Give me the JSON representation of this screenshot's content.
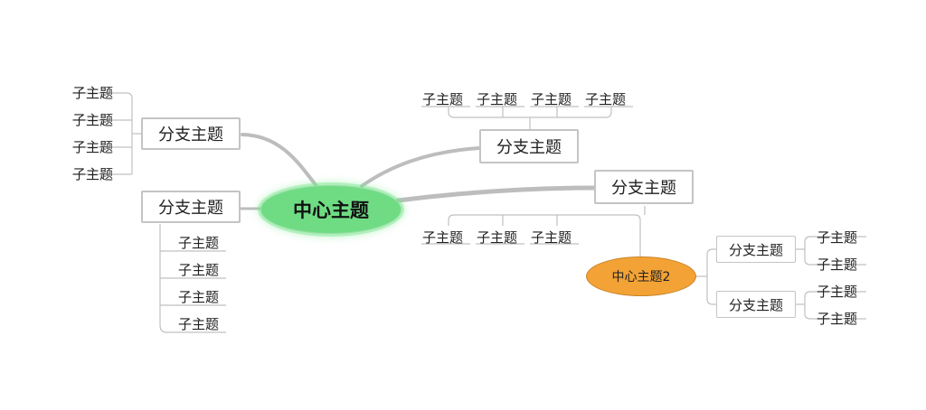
{
  "map": {
    "central": "中心主题",
    "central2": "中心主题2",
    "left_top": {
      "label": "分支主题",
      "children": [
        "子主题",
        "子主题",
        "子主题",
        "子主题"
      ]
    },
    "left_bottom": {
      "label": "分支主题",
      "children": [
        "子主题",
        "子主题",
        "子主题",
        "子主题"
      ]
    },
    "top_mid": {
      "label": "分支主题",
      "children": [
        "子主题",
        "子主题",
        "子主题",
        "子主题"
      ]
    },
    "right": {
      "label": "分支主题",
      "children": [
        "子主题",
        "子主题",
        "子主题"
      ]
    },
    "sub_top": {
      "label": "分支主题",
      "children": [
        "子主题",
        "子主题"
      ]
    },
    "sub_bottom": {
      "label": "分支主题",
      "children": [
        "子主题",
        "子主题"
      ]
    }
  },
  "colors": {
    "central_fill": "#6fdc84",
    "central2_fill": "#f3a235",
    "connector": "#c0c0c0",
    "box_border": "#c4c4c4"
  }
}
